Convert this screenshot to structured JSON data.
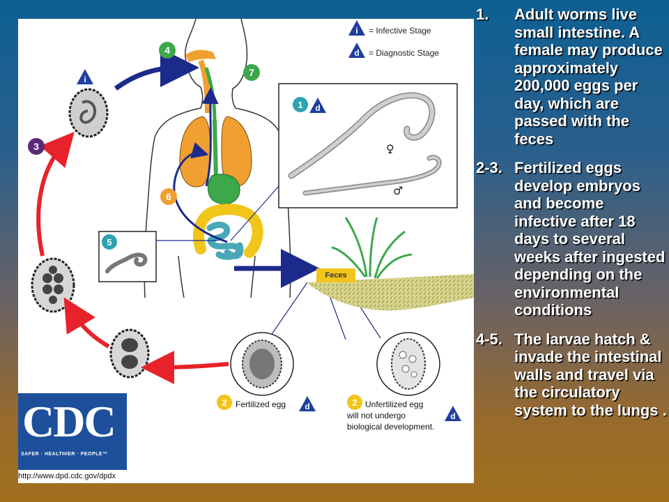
{
  "legend": {
    "infective_symbol": "i",
    "infective_label": "= Infective Stage",
    "diagnostic_symbol": "d",
    "diagnostic_label": "= Diagnostic Stage"
  },
  "stage_numbers": [
    "1",
    "2",
    "3",
    "4",
    "5",
    "6",
    "7"
  ],
  "symbols": {
    "female": "♀",
    "male": "♂"
  },
  "feces_label": "Feces",
  "fertilized_caption": "Fertilized egg",
  "unfertilized_caption_line1": "Unfertilized egg",
  "unfertilized_caption_line2": "will not undergo",
  "unfertilized_caption_line3": "biological development.",
  "cdc": {
    "logo": "CDC",
    "tagline": "SAFER · HEALTHIER · PEOPLE™"
  },
  "url": "http://www.dpd.cdc.gov/dpdx",
  "colors": {
    "stage_teal": "#2ba3b0",
    "stage_green": "#3ca84a",
    "stage_purple": "#5a2a78",
    "stage_orange": "#f0a030",
    "arrow_red": "#e8222a",
    "arrow_navy": "#1c2a8c",
    "legend_blue": "#1e3fa0"
  },
  "notes": [
    {
      "num": "1.",
      "text": "Adult worms live small intestine. A female may produce approximately 200,000 eggs per day, which are passed with the feces"
    },
    {
      "num": "2-3.",
      "text": "Fertilized eggs develop embryos and become infective after 18 days to several weeks after ingested depending on the environmental conditions"
    },
    {
      "num": "4-5.",
      "text": "The larvae hatch & invade the intestinal walls and travel via the circulatory system to the lungs ."
    }
  ]
}
